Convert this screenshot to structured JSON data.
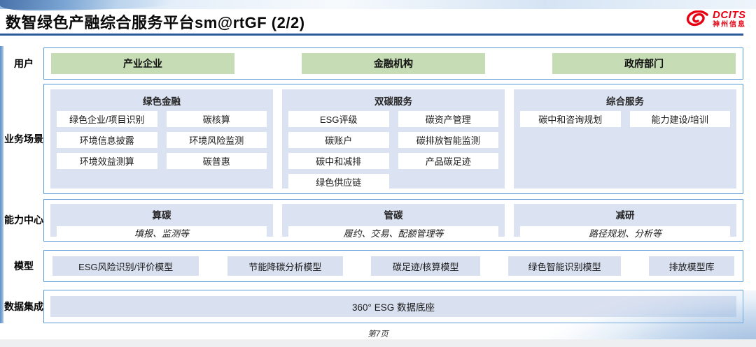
{
  "header": {
    "title": "数智绿色产融综合服务平台sm@rtGF (2/2)",
    "logo": {
      "brand": "DCITS",
      "brand_cn": "神州信息",
      "color": "#e60012"
    }
  },
  "rows": {
    "users": {
      "label": "用户",
      "items": [
        "产业企业",
        "金融机构",
        "政府部门"
      ]
    },
    "scenarios": {
      "label": "业务场景",
      "columns": [
        {
          "title": "绿色金融",
          "items": [
            "绿色企业/项目识别",
            "碳核算",
            "环境信息披露",
            "环境风险监测",
            "环境效益测算",
            "碳普惠"
          ]
        },
        {
          "title": "双碳服务",
          "items": [
            "ESG评级",
            "碳资产管理",
            "碳账户",
            "碳排放智能监测",
            "碳中和减排",
            "产品碳足迹",
            "绿色供应链"
          ]
        },
        {
          "title": "综合服务",
          "items": [
            "碳中和咨询规划",
            "能力建设/培训"
          ]
        }
      ]
    },
    "capabilities": {
      "label": "能力中心",
      "columns": [
        {
          "title": "算碳",
          "desc": "填报、监测等"
        },
        {
          "title": "管碳",
          "desc": "履约、交易、配额管理等"
        },
        {
          "title": "减研",
          "desc": "路径规划、分析等"
        }
      ]
    },
    "models": {
      "label": "模型",
      "items": [
        "ESG风险识别/评价模型",
        "节能降碳分析模型",
        "碳足迹/核算模型",
        "绿色智能识别模型",
        "排放模型库"
      ]
    },
    "data": {
      "label": "数据集成",
      "items": [
        "360° ESG 数据底座"
      ]
    }
  },
  "footer": {
    "page": "第7页"
  },
  "colors": {
    "accent_border": "#5b9bd5",
    "panel_fill": "#dbe2f2",
    "model_fill": "#d9e0f0",
    "green_fill": "#c6dcb4",
    "title_underline": "#2a5a9c",
    "logo_red": "#e60012"
  }
}
